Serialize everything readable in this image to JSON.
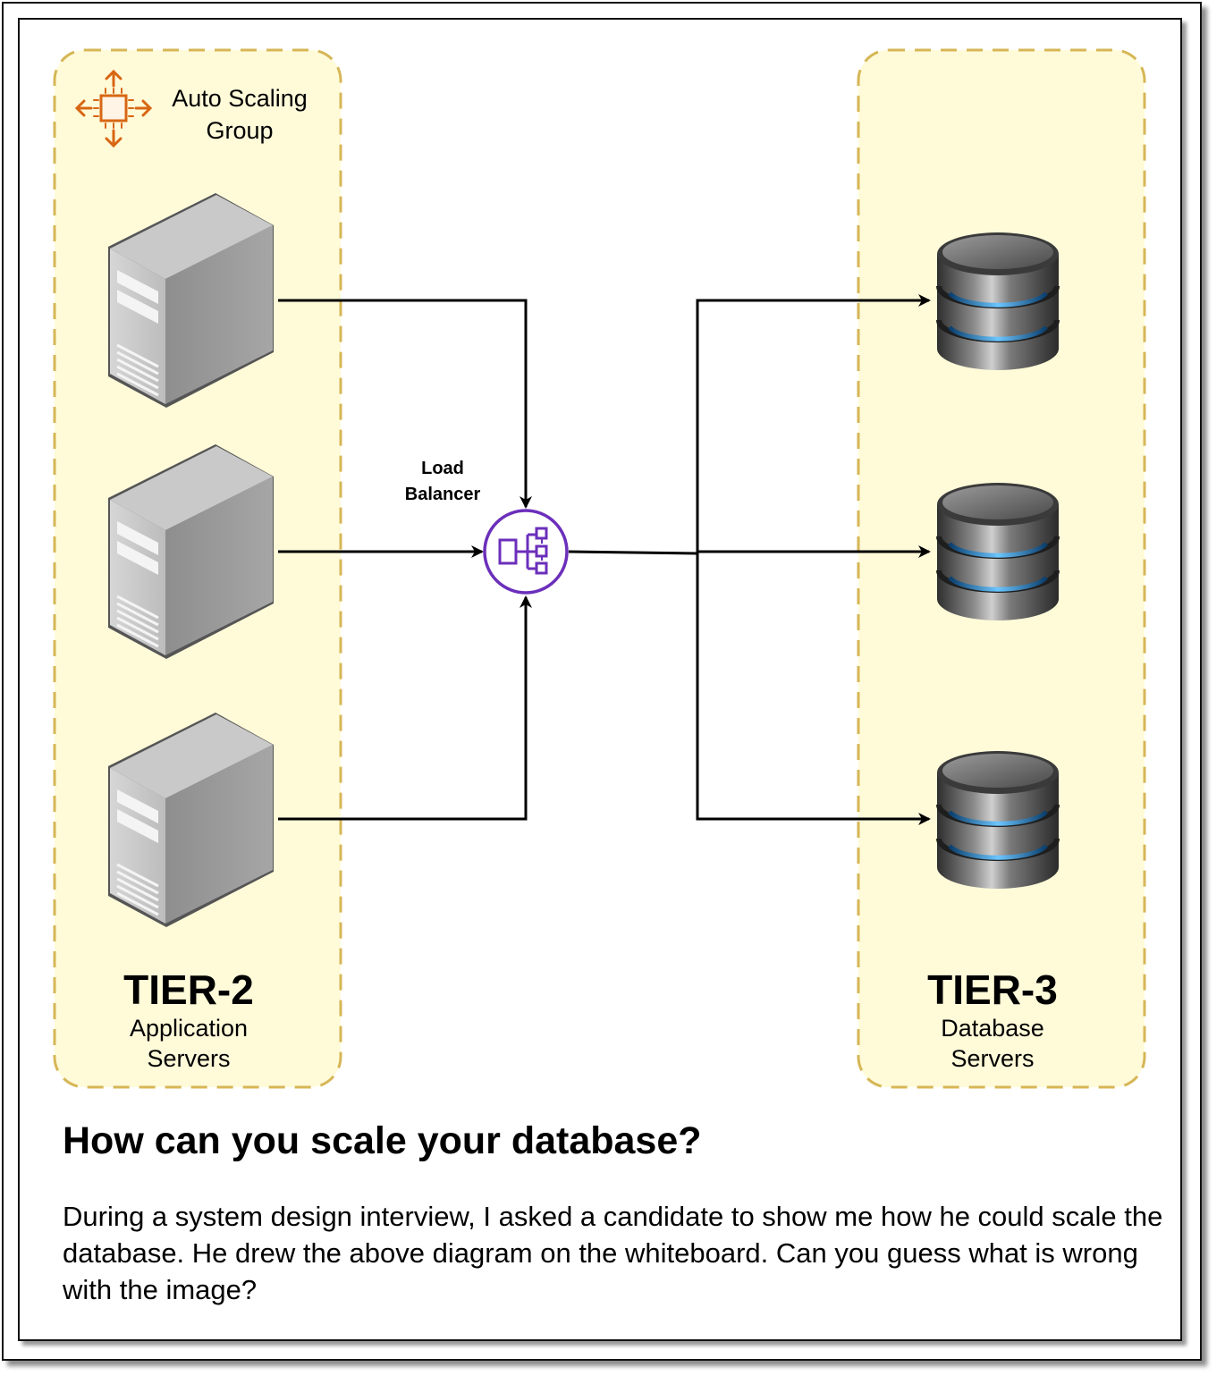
{
  "auto_scaling": {
    "label_line1": "Auto Scaling",
    "label_line2": "Group",
    "icon": "auto-scaling-icon",
    "icon_color": "#d86613"
  },
  "tier2": {
    "title": "TIER-2",
    "subtitle_line1": "Application",
    "subtitle_line2": "Servers"
  },
  "tier3": {
    "title": "TIER-3",
    "subtitle_line1": "Database",
    "subtitle_line2": "Servers"
  },
  "load_balancer": {
    "label_line1": "Load",
    "label_line2": "Balancer",
    "icon": "load-balancer-icon",
    "color": "#6b2fbb"
  },
  "heading": "How can you scale your database?",
  "body": "During a system design interview, I asked a candidate to show me how he could scale the database. He drew the above diagram on the whiteboard. Can you guess what is wrong with the image?",
  "colors": {
    "group_fill": "#fffbd9",
    "group_border": "#d6b656"
  }
}
